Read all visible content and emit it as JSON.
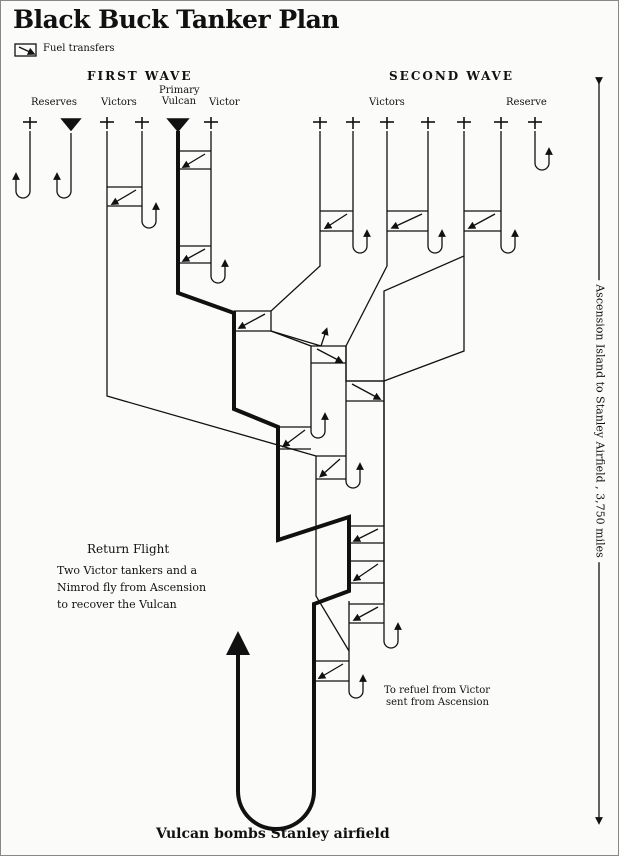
{
  "title": "Black Buck Tanker Plan",
  "legend": {
    "label": "Fuel transfers",
    "icon": "fuel-transfer-icon"
  },
  "first_wave": {
    "heading": "FIRST WAVE",
    "labels": {
      "reserves": "Reserves",
      "victors": "Victors",
      "primary_vulcan": "Primary Vulcan",
      "victor": "Victor"
    }
  },
  "second_wave": {
    "heading": "SECOND WAVE",
    "labels": {
      "victors": "Victors",
      "reserve": "Reserve"
    }
  },
  "distance_label": "Ascension Island to Stanley Airfield , 3,750 miles",
  "return_flight": {
    "heading": "Return Flight",
    "text": [
      "Two Victor tankers and a",
      "Nimrod fly from Ascension",
      "to recover the Vulcan"
    ]
  },
  "refuel_note": [
    "To refuel from Victor",
    "sent from Ascension"
  ],
  "footer": "Vulcan bombs Stanley airfield"
}
